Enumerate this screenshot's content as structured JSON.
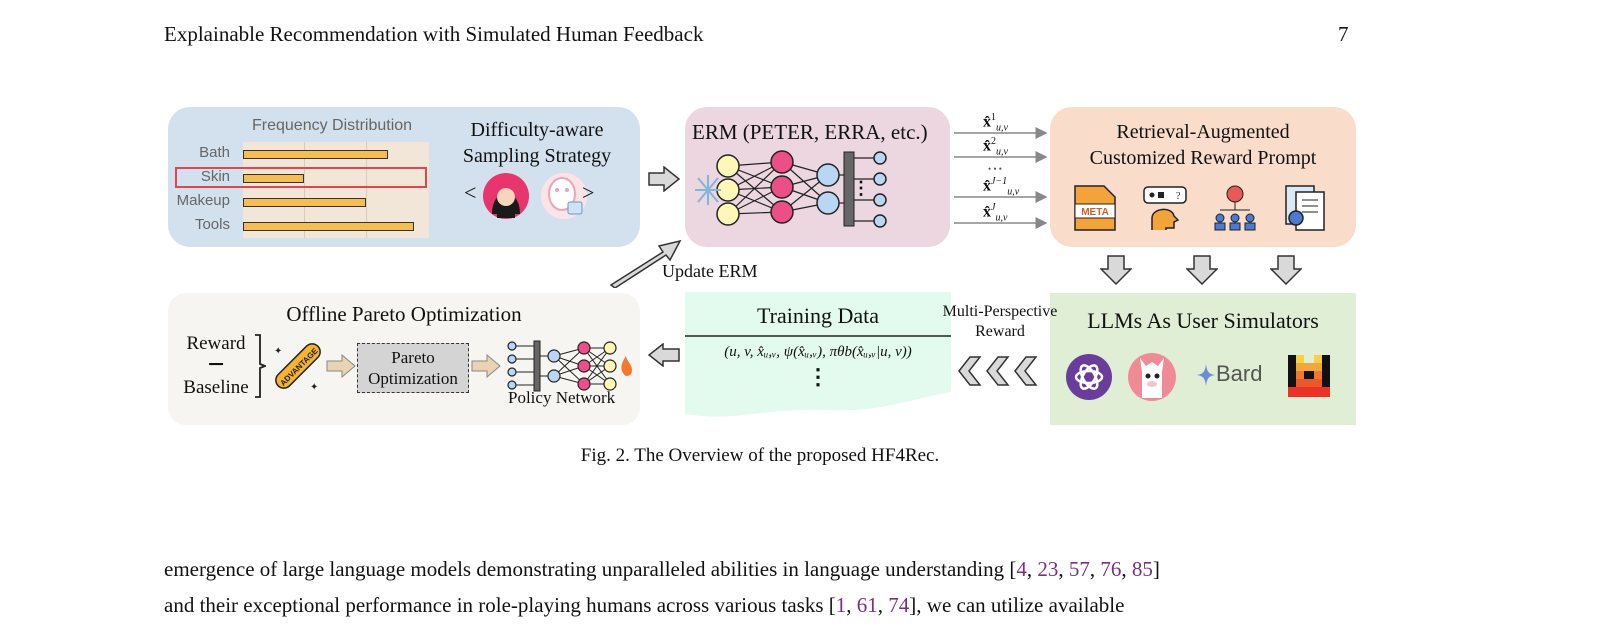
{
  "header": {
    "title": "Explainable Recommendation with Simulated Human Feedback",
    "page_number": "7"
  },
  "figure": {
    "freq": {
      "title": "Frequency Distribution",
      "items": [
        {
          "label": "Bath",
          "value": 0.78
        },
        {
          "label": "Skin",
          "value": 0.33
        },
        {
          "label": "Makeup",
          "value": 0.66
        },
        {
          "label": "Tools",
          "value": 0.92
        }
      ],
      "highlighted": "Skin"
    },
    "sampling": {
      "line1": "Difficulty-aware",
      "line2": "Sampling Strategy",
      "lt": "<",
      "gt": ">"
    },
    "erm": {
      "title": "ERM (PETER, ERRA, etc.)",
      "dots": "⋮"
    },
    "outputs": {
      "x1_sup": "1",
      "x2_sup": "2",
      "xj1_sup": "J−1",
      "xj_sup": "J",
      "sub": "u,v",
      "dots": "• • •"
    },
    "retrieval": {
      "line1": "Retrieval-Augmented",
      "line2": "Customized Reward Prompt",
      "meta_label": "META"
    },
    "llm": {
      "title": "LLMs As User Simulators",
      "bard": "Bard"
    },
    "reward_label": {
      "line1": "Multi-Perspective",
      "line2": "Reward"
    },
    "training": {
      "title": "Training Data",
      "formula": "(u, v, x̂ᵤ,ᵥ, ψ(x̂ᵤ,ᵥ), πθb(x̂ᵤ,ᵥ|u, v))",
      "dots": "⋮"
    },
    "update": "Update ERM",
    "pareto": {
      "title": "Offline Pareto Optimization",
      "reward": "Reward",
      "minus": "−",
      "baseline": "Baseline",
      "advantage": "ADVANTAGE",
      "box_line1": "Pareto",
      "box_line2": "Optimization",
      "policy": "Policy Network"
    },
    "caption": "Fig. 2.  The Overview of the proposed HF4Rec."
  },
  "body": {
    "line1_text": "emergence of large language models demonstrating unparalleled abilities in language understanding [",
    "line1_cites": [
      "4",
      "23",
      "57",
      "76",
      "85"
    ],
    "line1_end": "]",
    "line2_text": "and their exceptional performance in role-playing humans across various tasks [",
    "line2_cites": [
      "1",
      "61",
      "74"
    ],
    "line2_end": "], we can utilize available"
  }
}
